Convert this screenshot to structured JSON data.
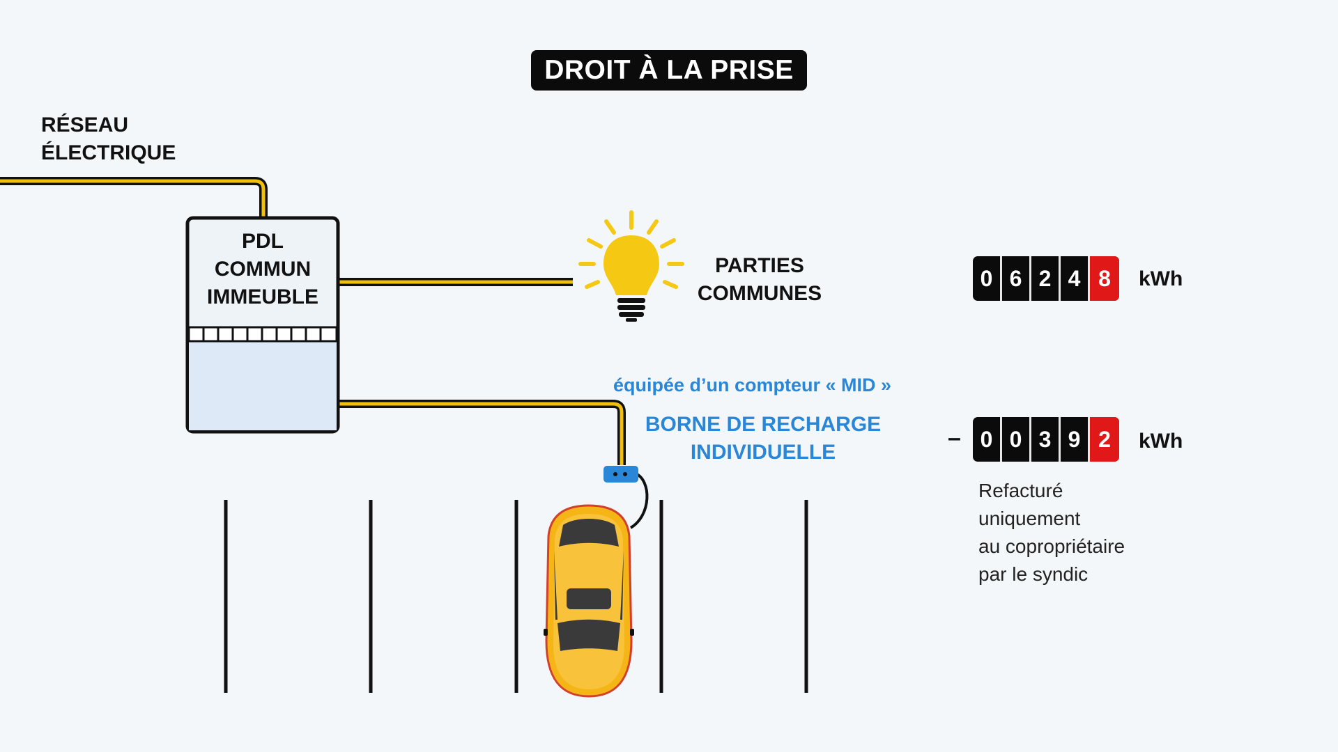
{
  "title": "DROIT À LA PRISE",
  "network": {
    "line1": "RÉSEAU",
    "line2": "ÉLECTRIQUE"
  },
  "pdl": {
    "line1": "PDL",
    "line2": "COMMUN",
    "line3": "IMMEUBLE"
  },
  "common_areas": {
    "line1": "PARTIES",
    "line2": "COMMUNES"
  },
  "mid_note": "équipée d’un compteur « MID »",
  "charging_station": {
    "line1": "BORNE DE RECHARGE",
    "line2": "INDIVIDUELLE"
  },
  "meter_common": {
    "digits": [
      "0",
      "6",
      "2",
      "4",
      "8"
    ],
    "unit": "kWh"
  },
  "meter_station": {
    "sign": "–",
    "digits": [
      "0",
      "0",
      "3",
      "9",
      "2"
    ],
    "unit": "kWh"
  },
  "billing_note": {
    "line1": "Refacturé",
    "line2": "uniquement",
    "line3": "au copropriétaire",
    "line4": "par le syndic"
  },
  "colors": {
    "cable": "#f2c00b",
    "accent_blue": "#2a86d6",
    "meter_red": "#e01818",
    "car_yellow": "#f5b516",
    "bulb_yellow": "#f5c814"
  },
  "icons": [
    "lightbulb-icon",
    "charger-icon",
    "car-icon"
  ]
}
